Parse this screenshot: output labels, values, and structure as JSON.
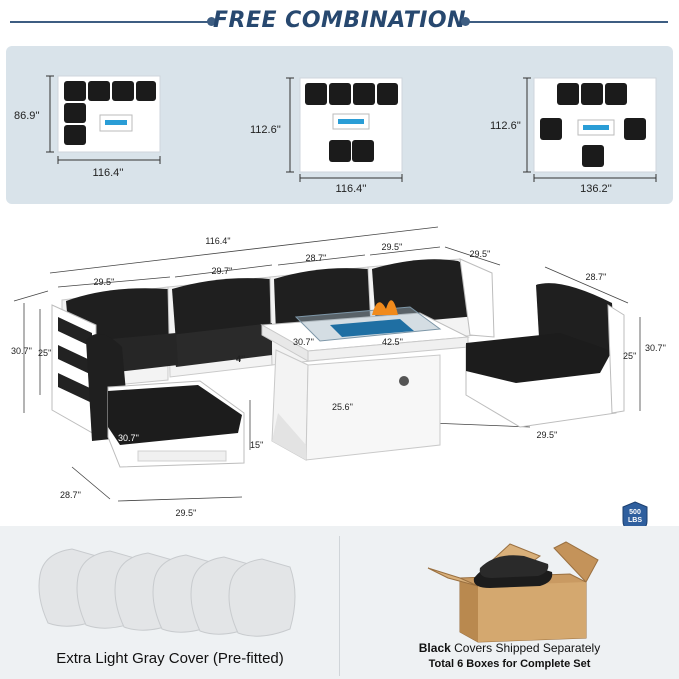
{
  "header": {
    "title": "FREE COMBINATION"
  },
  "combos": [
    {
      "height": "86.9''",
      "width": "116.4''"
    },
    {
      "height": "112.6''",
      "width": "116.4''"
    },
    {
      "height": "112.6''",
      "width": "136.2''"
    }
  ],
  "main_dims": {
    "total_width": "116.4''",
    "seat_widths": [
      "29.5''",
      "29.7''",
      "28.7''",
      "29.5''"
    ],
    "corner_depth": "29.5''",
    "right_chair_depth": "28.7''",
    "right_chair_width": "29.5''",
    "right_chair_height_seat": "25''",
    "right_chair_height_total": "30.7''",
    "left_height_total": "30.7''",
    "left_height_seat": "25''",
    "seat_gap": "4''",
    "left_chair_depth": "30.7''",
    "left_chair_seat_height": "15''",
    "left_bottom_depth": "28.7''",
    "left_bottom_width": "29.5''",
    "table_depth": "30.7''",
    "table_width": "42.5''",
    "table_height": "25.6''"
  },
  "badge": {
    "line1": "500",
    "line2": "LBS"
  },
  "bottom": {
    "left_caption": "Extra Light Gray Cover (Pre-fitted)",
    "right_caption_bold": "Black",
    "right_caption_rest": " Covers Shipped Separately",
    "right_caption_line2": "Total 6 Boxes for Complete Set"
  },
  "colors": {
    "accent": "#27486f",
    "band": "#d9e3ea",
    "cushion": "#1b1b1b",
    "frame": "#ffffff",
    "cover": "#e3e5e7",
    "box": "#c99a62"
  }
}
